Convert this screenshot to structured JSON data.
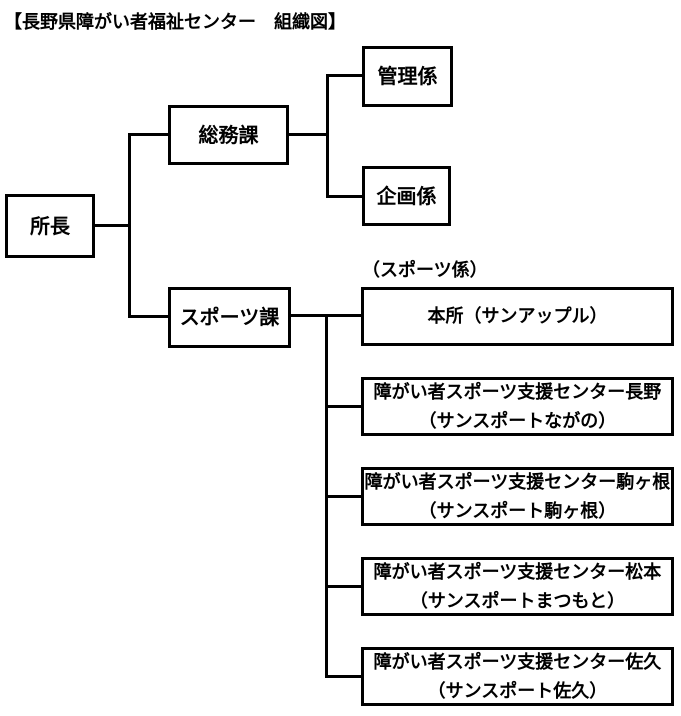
{
  "page_title": "【長野県障がい者福祉センター　組織図】",
  "org": {
    "director": {
      "label": "所長"
    },
    "divisions": {
      "general_affairs": {
        "label": "総務課",
        "sections": [
          {
            "label": "管理係"
          },
          {
            "label": "企画係"
          }
        ]
      },
      "sports": {
        "label": "スポーツ課",
        "section_note": "（スポーツ係）",
        "facilities": [
          {
            "lines": [
              "本所（サンアップル）"
            ]
          },
          {
            "lines": [
              "障がい者スポーツ支援センター長野",
              "（サンスポートながの）"
            ]
          },
          {
            "lines": [
              "障がい者スポーツ支援センター駒ヶ根",
              "（サンスポート駒ヶ根）"
            ]
          },
          {
            "lines": [
              "障がい者スポーツ支援センター松本",
              "（サンスポートまつもと）"
            ]
          },
          {
            "lines": [
              "障がい者スポーツ支援センター佐久",
              "（サンスポート佐久）"
            ]
          }
        ]
      }
    }
  },
  "colors": {
    "line": "#000000",
    "background": "#ffffff",
    "text": "#000000"
  }
}
